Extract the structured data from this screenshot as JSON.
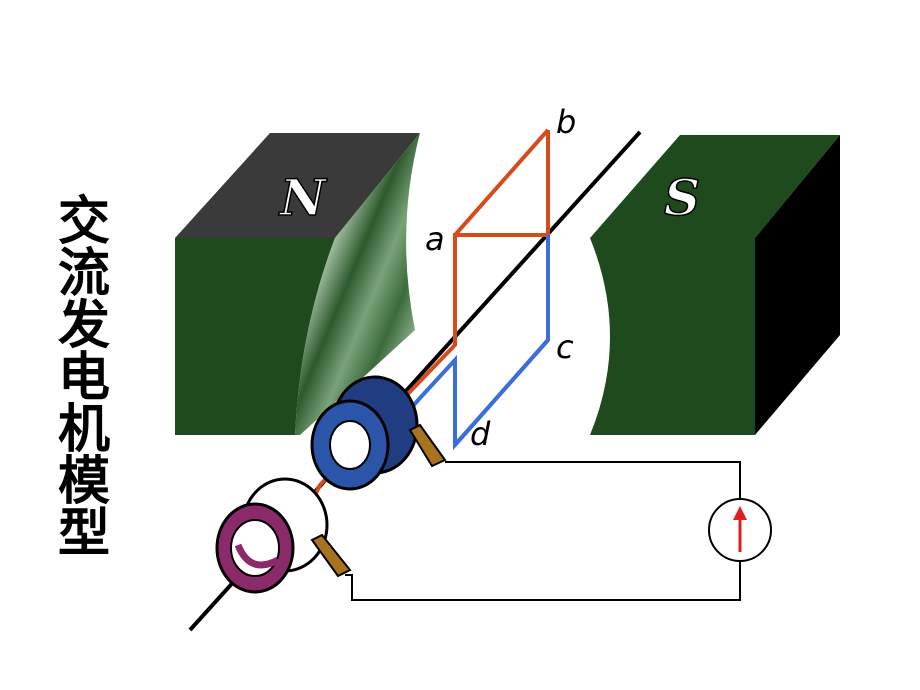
{
  "title": "交流发电机模型",
  "poles": {
    "north": "N",
    "south": "S"
  },
  "coil_labels": {
    "a": "a",
    "b": "b",
    "c": "c",
    "d": "d"
  },
  "colors": {
    "magnet_front": "#1e4a1e",
    "magnet_top": "#3a3a3a",
    "magnet_side": "#000000",
    "coil_ab": "#d94a1a",
    "coil_cd": "#3a6fd8",
    "ring_front": "#1f3d80",
    "ring_back": "#8b2a6b",
    "brush": "#a8731e",
    "meter_needle": "#e02020"
  },
  "icons": [
    "galvanometer-icon",
    "brush-icon",
    "slip-ring-icon"
  ]
}
